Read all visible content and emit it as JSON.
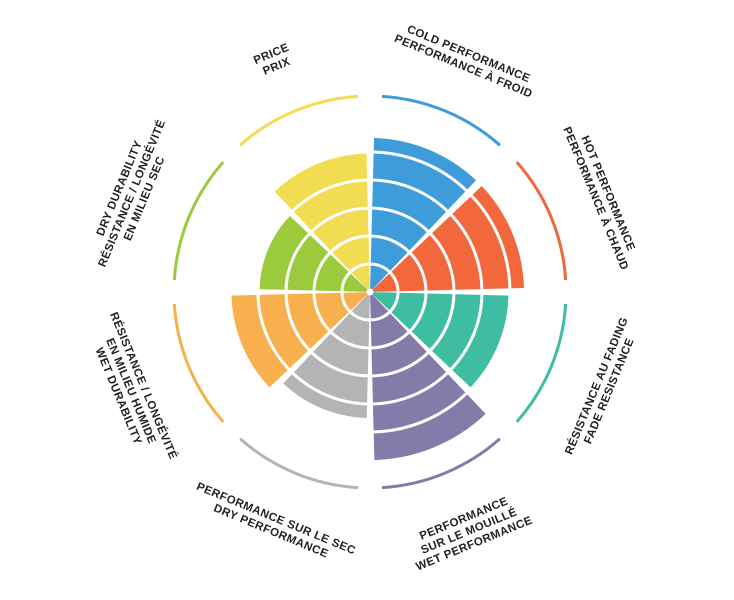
{
  "chart_data": {
    "type": "pie",
    "subtype": "segmented-radial-rating-wheel",
    "title": "",
    "value_scale": [
      0,
      6
    ],
    "max_rating": 6,
    "ring_dividers": 5,
    "legend": "none",
    "background_color": "#FFFFFF",
    "text_color": "#231F20",
    "segments": [
      {
        "id": "cold-performance",
        "labels": [
          "COLD PERFORMANCE",
          "PERFORMANCE À FROID"
        ],
        "value": 5.5,
        "color": "#3D9CD9"
      },
      {
        "id": "hot-performance",
        "labels": [
          "HOT PERFORMANCE",
          "PERFORMANCE À CHAUD"
        ],
        "value": 5.5,
        "color": "#F2673C"
      },
      {
        "id": "fade-resistance",
        "labels": [
          "RÉSISTANCE AU FADING",
          "FADE RESISTANCE"
        ],
        "value": 5,
        "color": "#3FBDA2"
      },
      {
        "id": "wet-performance",
        "labels": [
          "PERFORMANCE",
          "SUR LE MOUILLÉ",
          "WET PERFORMANCE"
        ],
        "value": 6,
        "color": "#857BA9"
      },
      {
        "id": "dry-performance",
        "labels": [
          "PERFORMANCE SUR LE SEC",
          "DRY PERFORMANCE"
        ],
        "value": 4.5,
        "color": "#B4B4B6"
      },
      {
        "id": "wet-durability",
        "labels": [
          "RÉSISTANCE / LONGÉVITÉ",
          "EN MILIEU HUMIDE",
          "WET DURABILITY"
        ],
        "value": 5,
        "color": "#F8B04E"
      },
      {
        "id": "dry-durability",
        "labels": [
          "DRY DURABILITY",
          "RÉSISTANCE / LONGÉVITÉ",
          "EN MILIEU SEC"
        ],
        "value": 4,
        "color": "#9BCB3C"
      },
      {
        "id": "price",
        "labels": [
          "PRICE",
          "PRIX"
        ],
        "value": 5,
        "color": "#F1DC52"
      }
    ]
  }
}
